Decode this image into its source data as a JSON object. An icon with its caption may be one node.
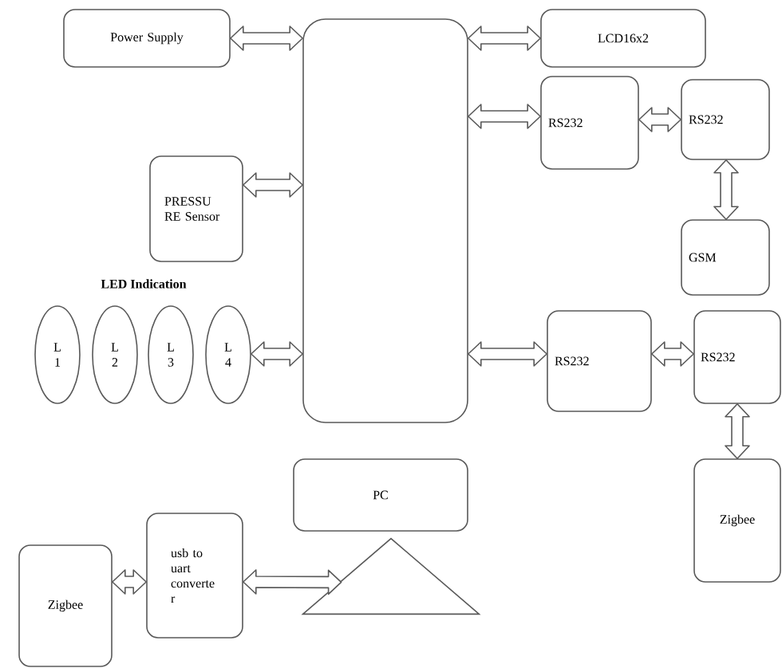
{
  "diagram": {
    "nodes": [
      {
        "text": [
          "Power Supply"
        ]
      },
      {
        "text": [],
        "shape": "box"
      },
      {
        "text": [
          "LCD16x2"
        ]
      },
      {
        "text": [
          "RS232"
        ]
      },
      {
        "text": [
          "RS232"
        ]
      },
      {
        "text": [
          "PRESSU RE Sensor"
        ]
      },
      {
        "text": [
          "GSM"
        ]
      },
      {
        "text": [
          "L 1"
        ]
      },
      {
        "text": [
          "L 2"
        ]
      },
      {
        "text": [
          "L 3"
        ]
      },
      {
        "text": [
          "L 4"
        ]
      },
      {
        "text": [
          "RS232"
        ]
      },
      {
        "text": [
          "RS232"
        ]
      },
      {
        "text": [
          "Zigbee"
        ]
      },
      {
        "text": [
          "PC"
        ]
      },
      {
        "text": [],
        "shape": "triangle"
      },
      {
        "text": [
          "Zigbee"
        ]
      },
      {
        "text": [
          "usb to uart converte r"
        ]
      }
    ],
    "edges": [
      {
        "from": 0,
        "to": 1,
        "arrow": "both",
        "style": "thick"
      },
      {
        "from": 1,
        "to": 2,
        "arrow": "both",
        "style": "thick"
      },
      {
        "from": 1,
        "to": 3,
        "arrow": "both",
        "style": "thick"
      },
      {
        "from": 3,
        "to": 4,
        "arrow": "both",
        "style": "thick"
      },
      {
        "from": 4,
        "to": 6,
        "arrow": "both",
        "style": "thick"
      },
      {
        "from": 5,
        "to": 1,
        "arrow": "both",
        "style": "thick"
      },
      {
        "from": 10,
        "to": 1,
        "arrow": "both",
        "style": "thick"
      },
      {
        "from": 1,
        "to": 11,
        "arrow": "both",
        "style": "thick"
      },
      {
        "from": 11,
        "to": 12,
        "arrow": "both",
        "style": "thick"
      },
      {
        "from": 12,
        "to": 13,
        "arrow": "both",
        "style": "thick"
      },
      {
        "from": 16,
        "to": 17,
        "arrow": "both",
        "style": "thick"
      },
      {
        "from": 17,
        "to": 15,
        "arrow": "both",
        "style": "thick"
      }
    ],
    "labels": [
      "LED Indication"
    ]
  }
}
